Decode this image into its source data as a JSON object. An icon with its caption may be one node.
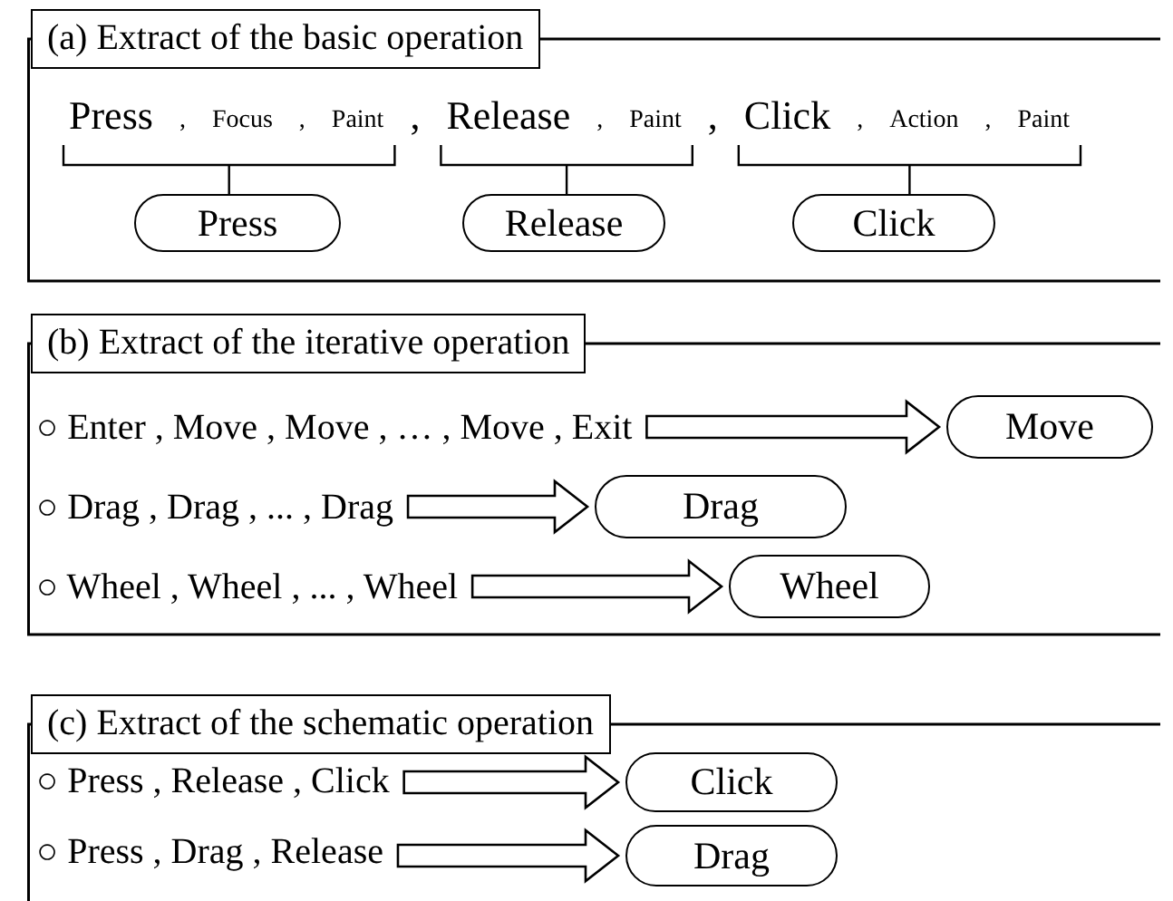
{
  "diagram": {
    "nodes": [
      {
        "text": [
          "(a) Extract of the basic operation"
        ]
      },
      {
        "text": [
          "Press"
        ],
        "in": 0
      },
      {
        "text": [
          "Release"
        ],
        "in": 0
      },
      {
        "text": [
          "Click"
        ],
        "in": 0
      },
      {
        "text": [
          "(b) Extract of the iterative operation"
        ]
      },
      {
        "text": [
          "○ Enter , Move , Move , … , Move , Exit"
        ],
        "in": 4
      },
      {
        "text": [
          "Move"
        ],
        "in": 4
      },
      {
        "text": [
          "○ Drag , Drag , ... , Drag"
        ],
        "in": 4
      },
      {
        "text": [
          "Drag"
        ],
        "in": 4
      },
      {
        "text": [
          "○ Wheel , Wheel , ... , Wheel"
        ],
        "in": 4
      },
      {
        "text": [
          "Wheel"
        ],
        "in": 4
      },
      {
        "text": [
          "(c) Extract of the schematic operation"
        ]
      },
      {
        "text": [
          "○ Press , Release , Click"
        ],
        "in": 11
      },
      {
        "text": [
          "Click"
        ],
        "in": 11
      },
      {
        "text": [
          "○ Press , Drag , Release"
        ],
        "in": 11
      },
      {
        "text": [
          "Drag"
        ],
        "in": 11
      }
    ],
    "edges": [
      {
        "from": 5,
        "to": 6,
        "arrow": "to"
      },
      {
        "from": 7,
        "to": 8,
        "arrow": "to"
      },
      {
        "from": 9,
        "to": 10,
        "arrow": "to"
      },
      {
        "from": 12,
        "to": 13,
        "arrow": "to"
      },
      {
        "from": 14,
        "to": 15,
        "arrow": "to"
      }
    ],
    "labels": [
      "Press",
      ",",
      "Focus",
      ",",
      "Paint",
      ",",
      "Release",
      ",",
      "Paint",
      ",",
      "Click",
      ",",
      "Action",
      ",",
      "Paint"
    ]
  }
}
